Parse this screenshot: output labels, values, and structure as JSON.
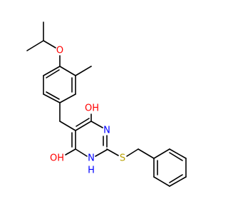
{
  "molecule": {
    "atoms": {
      "o_ether": {
        "symbol": "O",
        "color": "#ff0000"
      },
      "oh_top": {
        "symbol": "OH",
        "color": "#ff0000"
      },
      "oh_bottom": {
        "symbol": "OH",
        "color": "#ff0000"
      },
      "n_right": {
        "symbol": "N",
        "color": "#0000ff"
      },
      "nh": {
        "symbol": "N",
        "color": "#0000ff"
      },
      "nh_h": {
        "symbol": "H",
        "color": "#0000ff"
      },
      "s": {
        "symbol": "S",
        "color": "#b8a000"
      }
    }
  }
}
